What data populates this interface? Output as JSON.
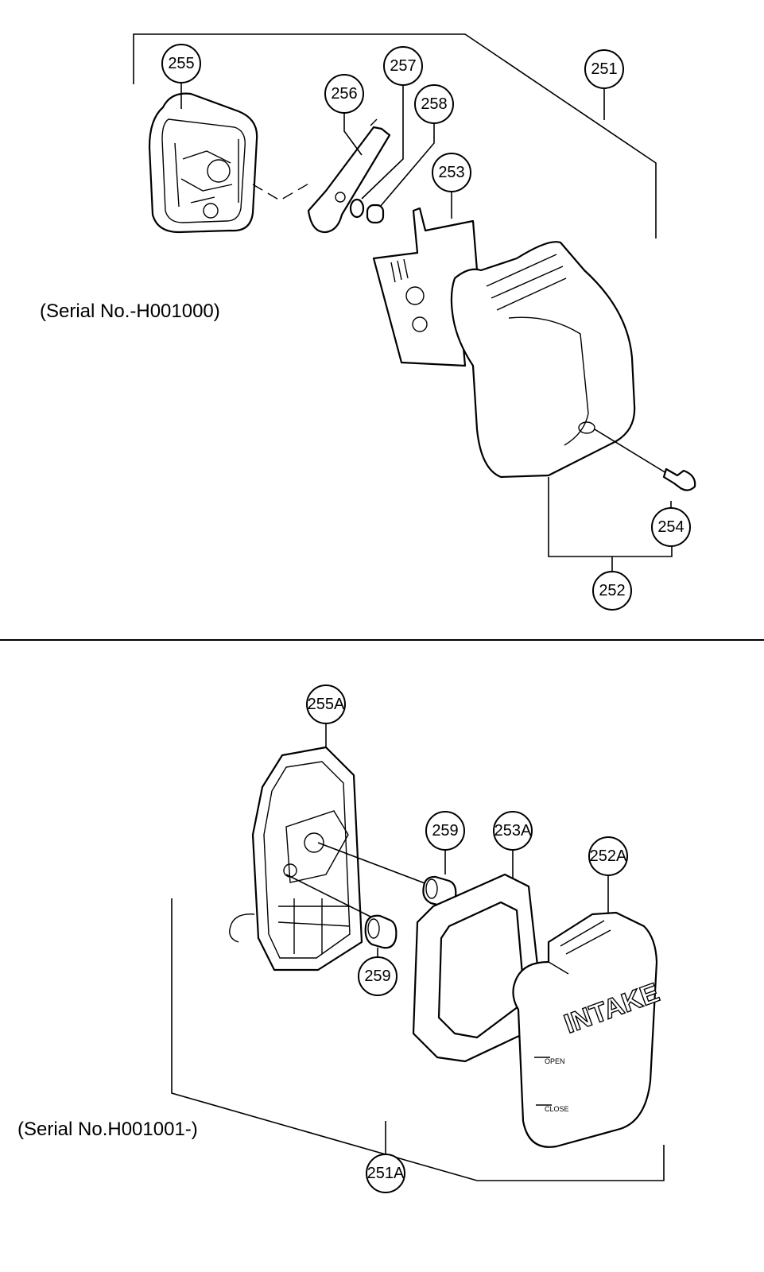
{
  "top_section": {
    "serial_label": "(Serial No.-H001000)",
    "callouts": {
      "c251": "251",
      "c252": "252",
      "c253": "253",
      "c254": "254",
      "c255": "255",
      "c256": "256",
      "c257": "257",
      "c258": "258"
    }
  },
  "bottom_section": {
    "serial_label": "(Serial No.H001001-)",
    "callouts": {
      "c251A": "251A",
      "c252A": "252A",
      "c253A": "253A",
      "c255A": "255A",
      "c259a": "259",
      "c259b": "259"
    },
    "cover_label": "INTAKE",
    "choke_open": "OPEN",
    "choke_close": "CLOSE"
  }
}
